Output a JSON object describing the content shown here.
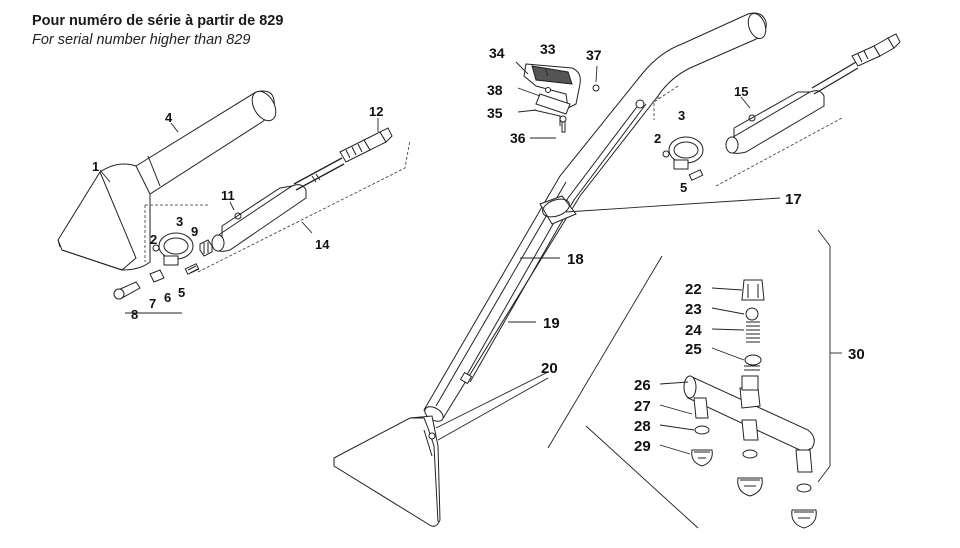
{
  "header": {
    "title_fr": "Pour numéro de série à partir de 829",
    "title_en": "For serial number higher than 829"
  },
  "callouts": {
    "c1": "1",
    "c2a": "2",
    "c2b": "2",
    "c3a": "3",
    "c3b": "3",
    "c4": "4",
    "c5a": "5",
    "c5b": "5",
    "c6": "6",
    "c7": "7",
    "c8": "8",
    "c9": "9",
    "c11": "11",
    "c12": "12",
    "c14": "14",
    "c15": "15",
    "c17": "17",
    "c18": "18",
    "c19": "19",
    "c20": "20",
    "c22": "22",
    "c23": "23",
    "c24": "24",
    "c25": "25",
    "c26": "26",
    "c27": "27",
    "c28": "28",
    "c29": "29",
    "c30": "30",
    "c33": "33",
    "c34": "34",
    "c35": "35",
    "c36": "36",
    "c37": "37",
    "c38": "38"
  }
}
